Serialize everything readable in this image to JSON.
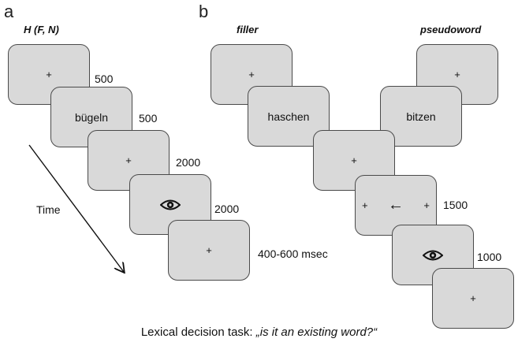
{
  "panel_a": {
    "letter": "a",
    "heading": "H (F, N)",
    "time_label": "Time",
    "screens": [
      {
        "content": "+",
        "duration": "500"
      },
      {
        "content": "bügeln",
        "duration": "500"
      },
      {
        "content": "+",
        "duration": "2000"
      },
      {
        "content": "eye-icon",
        "duration": "2000"
      },
      {
        "content": "+",
        "duration": "400-600  msec"
      }
    ]
  },
  "panel_b": {
    "letter": "b",
    "filler_heading": "filler",
    "pseudoword_heading": "pseudoword",
    "filler_screens": [
      {
        "content": "+"
      },
      {
        "content": "haschen"
      }
    ],
    "pseudoword_screens": [
      {
        "content": "+"
      },
      {
        "content": "bitzen"
      }
    ],
    "shared_screens": [
      {
        "content": "+"
      },
      {
        "left": "+",
        "arrow": "←",
        "right": "+",
        "duration": "1500"
      },
      {
        "content": "eye-icon",
        "duration": "1000"
      },
      {
        "content": "+"
      }
    ]
  },
  "caption": {
    "prefix": "Lexical decision task: ",
    "question": "„is it an existing word?“"
  }
}
